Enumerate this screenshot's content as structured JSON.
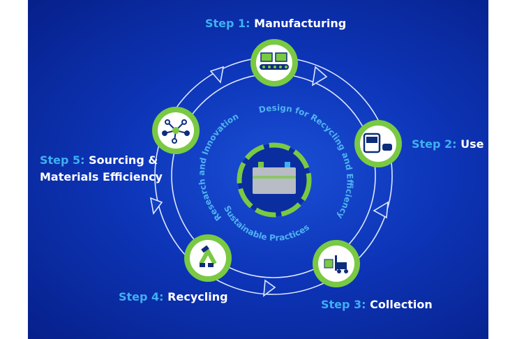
{
  "steps": [
    {
      "num": "Step 1:",
      "name": "Manufacturing",
      "icon": "conveyor-belt-icon"
    },
    {
      "num": "Step 2:",
      "name": "Use",
      "icon": "bus-car-icon"
    },
    {
      "num": "Step 3:",
      "name": "Collection",
      "icon": "forklift-icon"
    },
    {
      "num": "Step 4:",
      "name": "Recycling",
      "icon": "recycle-icon"
    },
    {
      "num": "Step 5:",
      "name": "Sourcing &",
      "name2": "Materials Efficiency",
      "icon": "molecule-network-icon"
    }
  ],
  "inner_labels": {
    "design": "Design for Recycling and Efficiency",
    "research": "Research and Innovation",
    "sustainable": "Sustainable Practices"
  },
  "colors": {
    "green": "#7ac943",
    "label_blue": "#3fb0f2",
    "arc_text": "#4fb3f0"
  }
}
